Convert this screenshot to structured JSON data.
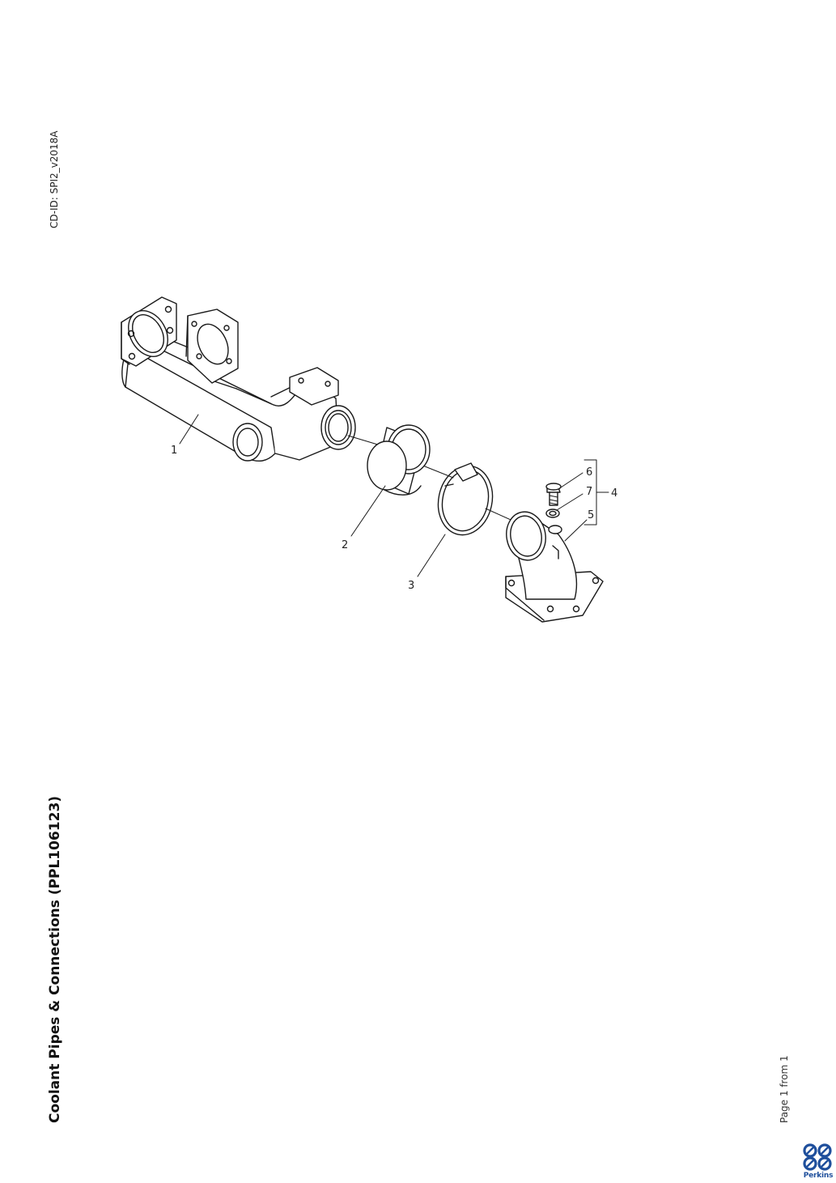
{
  "header": {
    "cd_id": "CD-ID: SPI2_v2018A"
  },
  "document": {
    "title": "Coolant Pipes & Connections (PPL106123)"
  },
  "footer": {
    "page": "Page 1 from 1"
  },
  "brand": {
    "name": "Perkins",
    "color": "#1f4f9c"
  },
  "diagram": {
    "callouts": {
      "c1": "1",
      "c2": "2",
      "c3": "3",
      "c4": "4",
      "c5": "5",
      "c6": "6",
      "c7": "7"
    }
  }
}
